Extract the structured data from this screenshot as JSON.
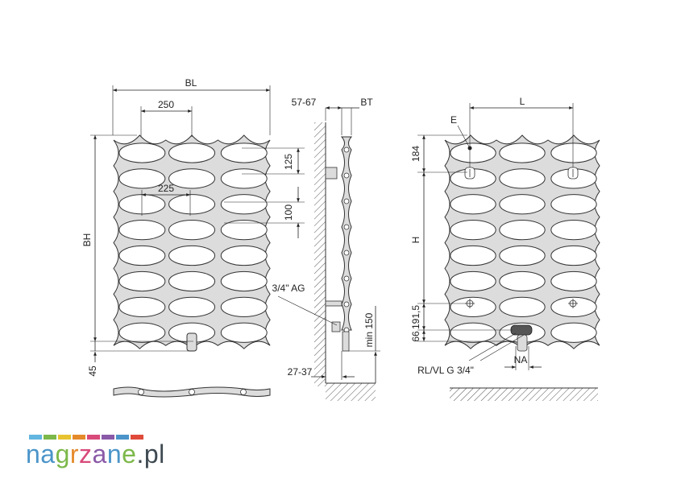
{
  "dimensions": {
    "bl": "BL",
    "d250": "250",
    "d225": "225",
    "d125": "125",
    "d100": "100",
    "bh": "BH",
    "d45": "45",
    "d5767": "57-67",
    "bt": "BT",
    "ag": "3/4\" AG",
    "min150": "min 150",
    "d2737": "27-37",
    "l": "L",
    "e": "E",
    "d184": "184",
    "h": "H",
    "d1915": "191,5",
    "d66": "66",
    "na": "NA",
    "rlvl": "RL/VL G 3/4\""
  },
  "logo": {
    "text": "nagrzane.pl",
    "parts": [
      "na",
      "g",
      "r",
      "z",
      "a",
      "n",
      "e",
      ".pl"
    ],
    "bar_colors": [
      "#62b6e0",
      "#7cb84a",
      "#e7c330",
      "#e58a2a",
      "#d84a7a",
      "#8a5aa8",
      "#4a94c9",
      "#e04a3a"
    ]
  },
  "colors": {
    "radiator_fill": "#dcdcdc",
    "line": "#333333"
  }
}
